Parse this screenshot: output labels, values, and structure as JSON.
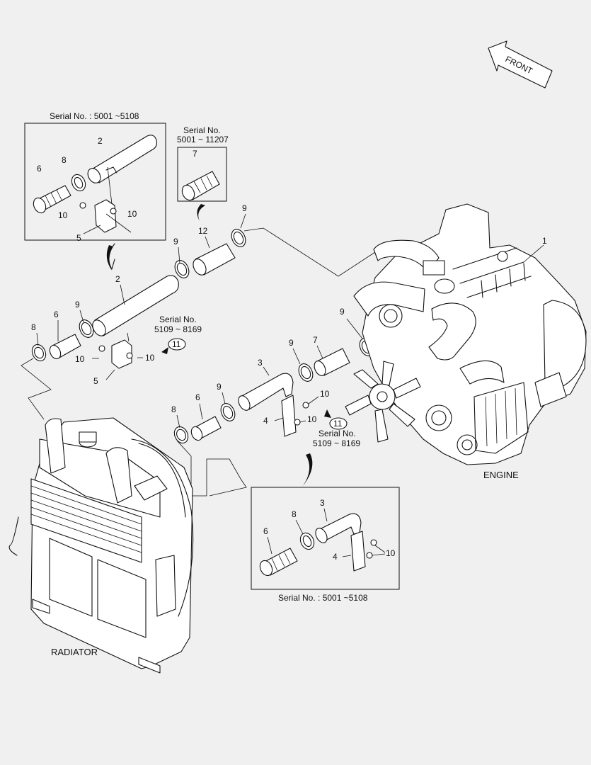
{
  "front_arrow": "FRONT",
  "labels": {
    "engine": "ENGINE",
    "radiator": "RADIATOR"
  },
  "serials": {
    "top_left_box": "Serial No.  : 5001 ~5108",
    "top_mid_line1": "Serial No.",
    "top_mid_line2": "5001 ~ 11207",
    "mid_left_line1": "Serial No.",
    "mid_left_line2": "5109 ~ 8169",
    "mid_right_line1": "Serial No.",
    "mid_right_line2": "5109 ~ 8169",
    "bottom_box": "Serial No.  : 5001 ~5108"
  },
  "callouts": {
    "c1": "1",
    "c2a": "2",
    "c2b": "2",
    "c3a": "3",
    "c3b": "3",
    "c4a": "4",
    "c4b": "4",
    "c5a": "5",
    "c5b": "5",
    "c6a": "6",
    "c6b": "6",
    "c6c": "6",
    "c6d": "6",
    "c7a": "7",
    "c7b": "7",
    "c8a": "8",
    "c8b": "8",
    "c8c": "8",
    "c8d": "8",
    "c9a": "9",
    "c9b": "9",
    "c9c": "9",
    "c9d": "9",
    "c9e": "9",
    "c9f": "9",
    "c10a": "10",
    "c10b": "10",
    "c10c": "10",
    "c10d": "10",
    "c10e": "10",
    "c10f": "10",
    "c10g": "10",
    "c11a": "11",
    "c11b": "11",
    "c12": "12"
  }
}
